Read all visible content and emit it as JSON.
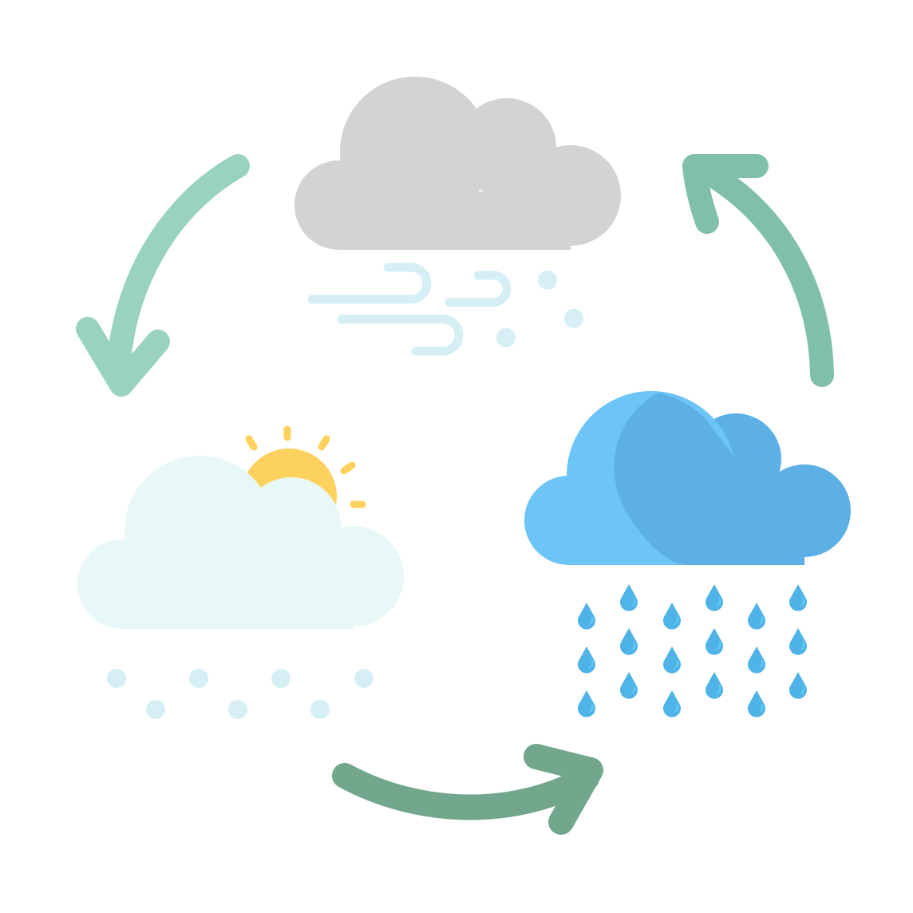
{
  "diagram": {
    "type": "cycle",
    "nodes": [
      {
        "id": "windy-cloud",
        "icon": "windy-cloud-icon",
        "colors": {
          "cloud": "#d3d3d3",
          "wind": "#d6eff5"
        }
      },
      {
        "id": "rain-cloud",
        "icon": "rain-cloud-icon",
        "colors": {
          "cloud_light": "#6cc4f7",
          "cloud_dark": "#5cb0e5",
          "drop": "#4fb3e8",
          "drop_highlight": "#5ec8f0"
        }
      },
      {
        "id": "partly-sunny-cloud",
        "icon": "sun-cloud-icon",
        "colors": {
          "cloud": "#e8f7f7",
          "sun": "#fdd15d",
          "dots": "#d6eff5"
        }
      }
    ],
    "arrows": [
      {
        "from": "windy-cloud",
        "to": "partly-sunny-cloud",
        "color": "#9ad3bd"
      },
      {
        "from": "partly-sunny-cloud",
        "to": "rain-cloud",
        "color": "#72a78d"
      },
      {
        "from": "rain-cloud",
        "to": "windy-cloud",
        "color": "#80c0a8"
      }
    ]
  }
}
